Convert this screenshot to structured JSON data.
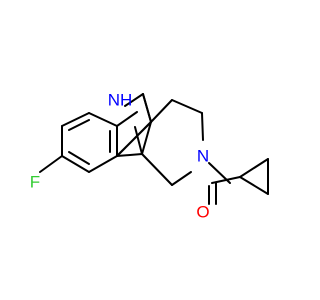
{
  "molecule": {
    "atoms": {
      "nh": {
        "text": "NH",
        "color": "#0000ff"
      },
      "n_amide": {
        "text": "N",
        "color": "#0000ff"
      },
      "o": {
        "text": "O",
        "color": "#ff0000"
      },
      "f": {
        "text": "F",
        "color": "#33cc33"
      }
    },
    "bond_color": "#000000"
  }
}
